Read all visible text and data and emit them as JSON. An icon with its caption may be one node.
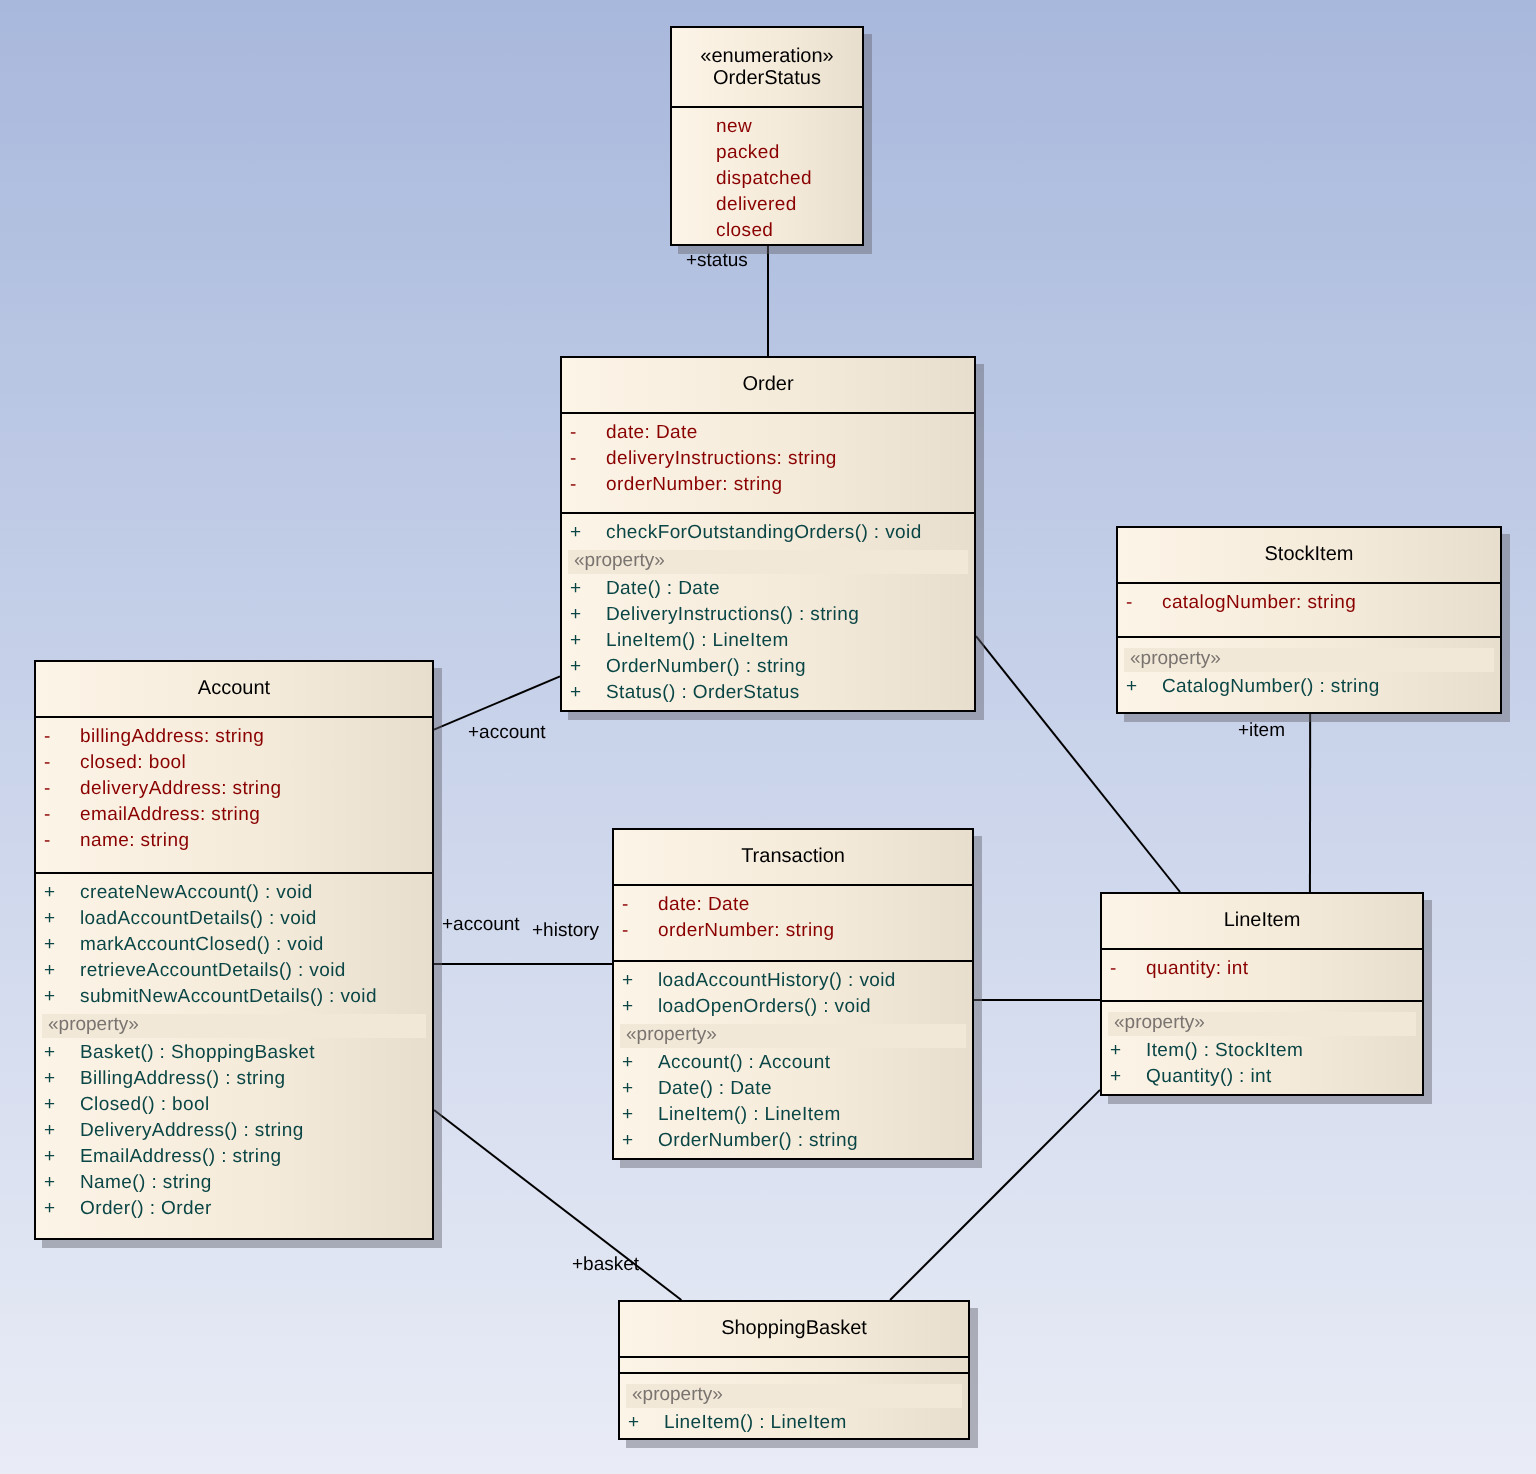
{
  "diagram": {
    "nodes": [
      {
        "text": [
          "«enumeration»",
          "OrderStatus",
          "new",
          "packed",
          "dispatched",
          "delivered",
          "closed"
        ]
      },
      {
        "text": [
          "Order",
          "-",
          "date: Date",
          "-",
          "deliveryInstructions: string",
          "-",
          "orderNumber: string",
          "+",
          "checkForOutstandingOrders() : void",
          "«property»",
          "+",
          "Date() : Date",
          "+",
          "DeliveryInstructions() : string",
          "+",
          "LineItem() : LineItem",
          "+",
          "OrderNumber() : string",
          "+",
          "Status() : OrderStatus"
        ]
      },
      {
        "text": [
          "StockItem",
          "-",
          "catalogNumber: string",
          "«property»",
          "+",
          "CatalogNumber() : string"
        ]
      },
      {
        "text": [
          "Account",
          "-",
          "billingAddress: string",
          "-",
          "closed: bool",
          "-",
          "deliveryAddress: string",
          "-",
          "emailAddress: string",
          "-",
          "name: string",
          "+",
          "createNewAccount() : void",
          "+",
          "loadAccountDetails() : void",
          "+",
          "markAccountClosed() : void",
          "+",
          "retrieveAccountDetails() : void",
          "+",
          "submitNewAccountDetails() : void",
          "«property»",
          "+",
          "Basket() : ShoppingBasket",
          "+",
          "BillingAddress() : string",
          "+",
          "Closed() : bool",
          "+",
          "DeliveryAddress() : string",
          "+",
          "EmailAddress() : string",
          "+",
          "Name() : string",
          "+",
          "Order() : Order"
        ]
      },
      {
        "text": [
          "Transaction",
          "-",
          "date: Date",
          "-",
          "orderNumber: string",
          "+",
          "loadAccountHistory() : void",
          "+",
          "loadOpenOrders() : void",
          "«property»",
          "+",
          "Account() : Account",
          "+",
          "Date() : Date",
          "+",
          "LineItem() : LineItem",
          "+",
          "OrderNumber() : string"
        ]
      },
      {
        "text": [
          "LineItem",
          "-",
          "quantity: int",
          "«property»",
          "+",
          "Item() : StockItem",
          "+",
          "Quantity() : int"
        ]
      },
      {
        "text": [
          "ShoppingBasket",
          "«property»",
          "+",
          "LineItem() : LineItem"
        ]
      }
    ],
    "edges": [
      {
        "from": 0,
        "to": 1,
        "arrow": "none"
      },
      {
        "from": 3,
        "to": 1,
        "arrow": "none"
      },
      {
        "from": 1,
        "to": 5,
        "arrow": "none"
      },
      {
        "from": 2,
        "to": 5,
        "arrow": "none"
      },
      {
        "from": 3,
        "to": 4,
        "arrow": "none"
      },
      {
        "from": 4,
        "to": 5,
        "arrow": "none"
      },
      {
        "from": 3,
        "to": 6,
        "arrow": "none"
      },
      {
        "from": 6,
        "to": 5,
        "arrow": "none"
      }
    ],
    "labels": [
      "+status",
      "+account",
      "+item",
      "+account",
      "+history",
      "+basket"
    ]
  }
}
